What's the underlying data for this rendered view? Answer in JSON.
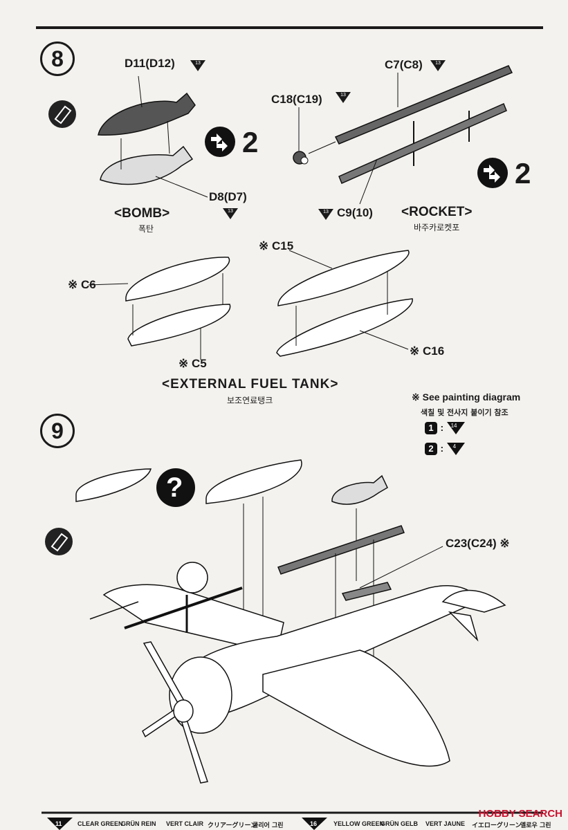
{
  "step8": {
    "number": "8",
    "bomb_parts": {
      "upper": "D11(D12)",
      "upper_badge": "13",
      "lower": "D8(D7)",
      "lower_badge": "13",
      "title": "<BOMB>",
      "title_kr": "폭탄"
    },
    "rocket_parts": {
      "nozzle": "C18(C19)",
      "nozzle_badge": "13",
      "rail": "C7(C8)",
      "rail_badge": "13",
      "rail_lower": "C9(10)",
      "rail_lower_badge": "13",
      "title": "<ROCKET>",
      "title_kr": "바주카로켓포"
    },
    "make_two": "2",
    "tank_parts": {
      "c6": "※ C6",
      "c5": "※ C5",
      "c15": "※ C15",
      "c16": "※ C16",
      "title": "<EXTERNAL FUEL TANK>",
      "title_kr": "보조연료탱크"
    }
  },
  "paint_note": {
    "title": "※ See painting diagram",
    "title_kr": "색칠 및 전사지 붙이기 참조",
    "row1_num": "1",
    "row1_badge": "14",
    "row2_num": "2",
    "row2_badge": "4"
  },
  "step9": {
    "number": "9",
    "question": "?",
    "c23": "C23(C24) ※"
  },
  "footer": {
    "n1": "11",
    "a": "CLEAR GREEN",
    "b": "GRÜN REIN",
    "c": "VERT CLAIR",
    "d": "クリアーグリーン",
    "e": "클리어 그린",
    "n2": "16",
    "f": "YELLOW GREEN",
    "g": "GRÜN GELB",
    "h": "VERT JAUNE",
    "i": "イエローグリーン",
    "j": "옐로우 그린"
  },
  "watermark": "HOBBY SEARCH"
}
